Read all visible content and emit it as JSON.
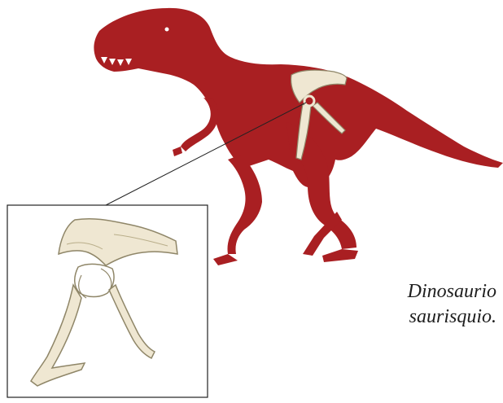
{
  "caption": {
    "line1": "Dinosaurio",
    "line2": "saurisquio."
  },
  "illustration": {
    "subject": "theropod-silhouette",
    "detail": "saurischian-pelvis",
    "silhouette_color": "#a91f22",
    "bone_color": "#efe7d2",
    "bone_shade_color": "#8f8668",
    "frame_color": "#222222"
  }
}
